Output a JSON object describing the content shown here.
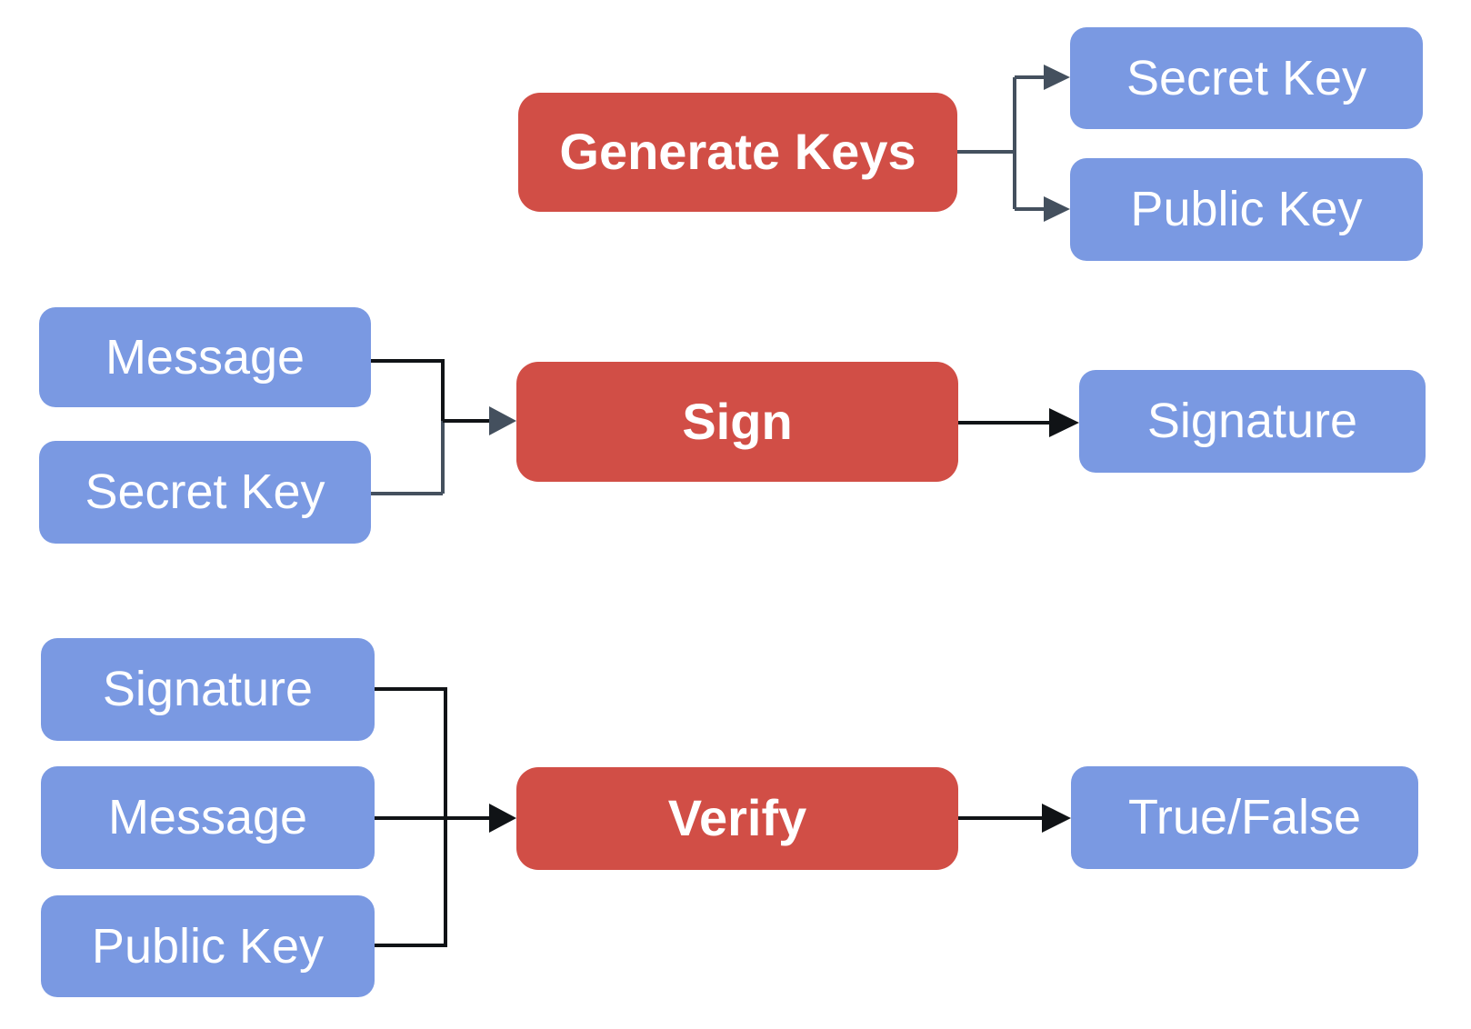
{
  "colors": {
    "canvas_bg": "#FFFFFF",
    "process_fill": "#D14E46",
    "data_fill": "#7A99E2",
    "label_color": "#FFFFFF",
    "connector_dark": "#44505E",
    "connector_black": "#101316"
  },
  "generate_flow": {
    "process": "Generate Keys",
    "outputs": {
      "secret_key": "Secret Key",
      "public_key": "Public Key"
    }
  },
  "sign_flow": {
    "inputs": {
      "message": "Message",
      "secret_key": "Secret Key"
    },
    "process": "Sign",
    "output": "Signature"
  },
  "verify_flow": {
    "inputs": {
      "signature": "Signature",
      "message": "Message",
      "public_key": "Public Key"
    },
    "process": "Verify",
    "output": "True/False"
  }
}
